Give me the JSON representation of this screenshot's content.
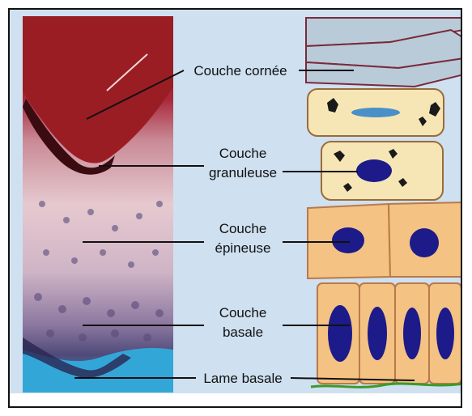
{
  "labels": {
    "corneum": "Couche cornée",
    "granulosum_1": "Couche",
    "granulosum_2": "granuleuse",
    "spinosum_1": "Couche",
    "spinosum_2": "épineuse",
    "basale_1": "Couche",
    "basale_2": "basale",
    "lamina": "Lame basale"
  },
  "colors": {
    "background": "#cfe0f0",
    "corneum_tissue": "#9b1d24",
    "basal_membrane": "#33a6d8",
    "cell_fill": "#f4c283",
    "granular_cell_fill": "#f7e6b5",
    "nucleus": "#1d1a8a",
    "lamina_line": "#3a9a2a"
  }
}
